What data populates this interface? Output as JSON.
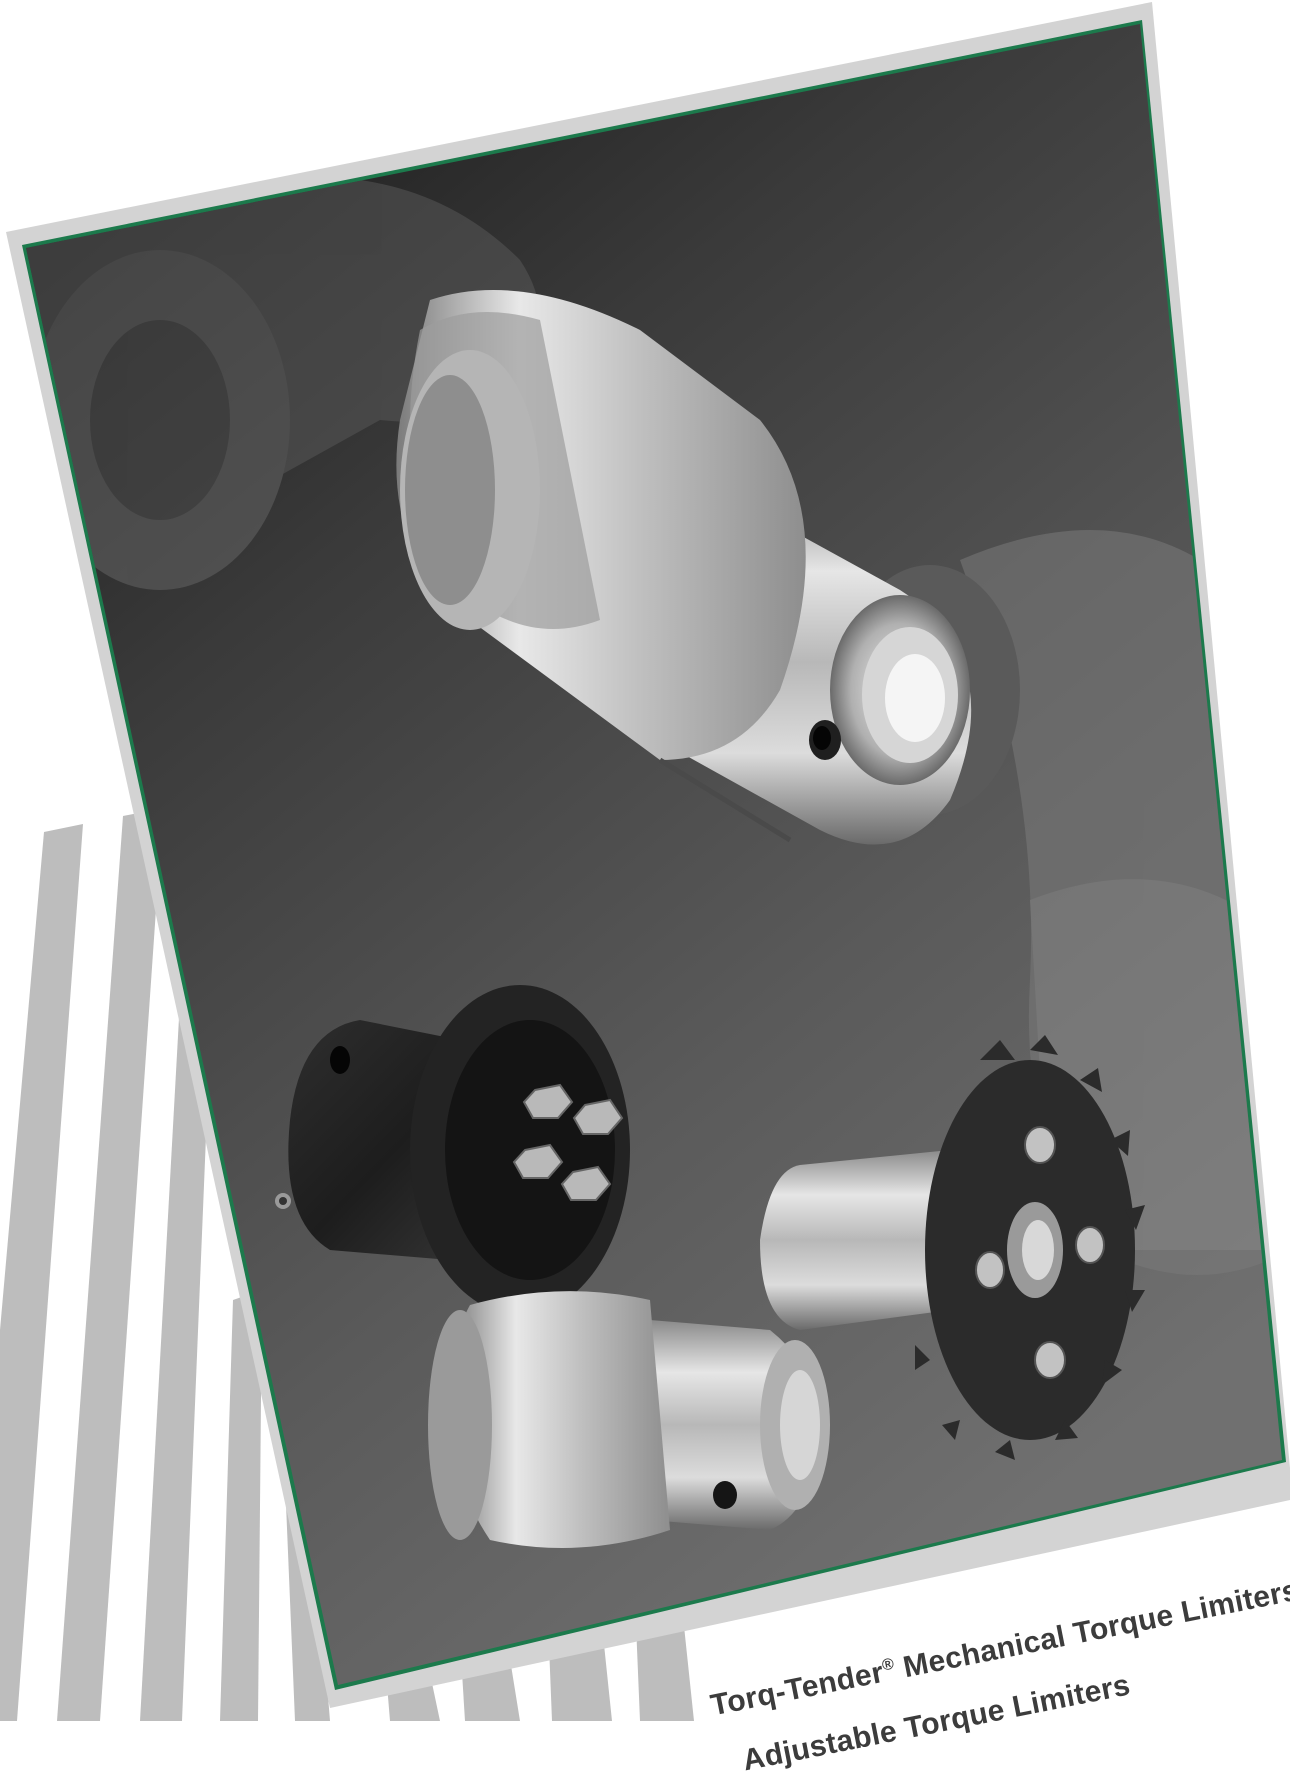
{
  "colors": {
    "frame_outer": "#d3d3d3",
    "frame_inner": "#1c7a4c",
    "stripes": "#bdbdbd",
    "photo_dark": "#1a1a1a",
    "photo_mid": "#6a6a6a",
    "caption_text": "#3c3c3c"
  },
  "caption": {
    "line1": {
      "brand": "Torq-Tender",
      "mark": "®",
      "rest": " Mechanical Torque Limiters"
    },
    "line2": "Adjustable Torque Limiters"
  },
  "photo": {
    "products": [
      "torque-limiter-large",
      "torque-limiter-black-adjustable",
      "torque-limiter-sprocket",
      "torque-limiter-small"
    ]
  }
}
